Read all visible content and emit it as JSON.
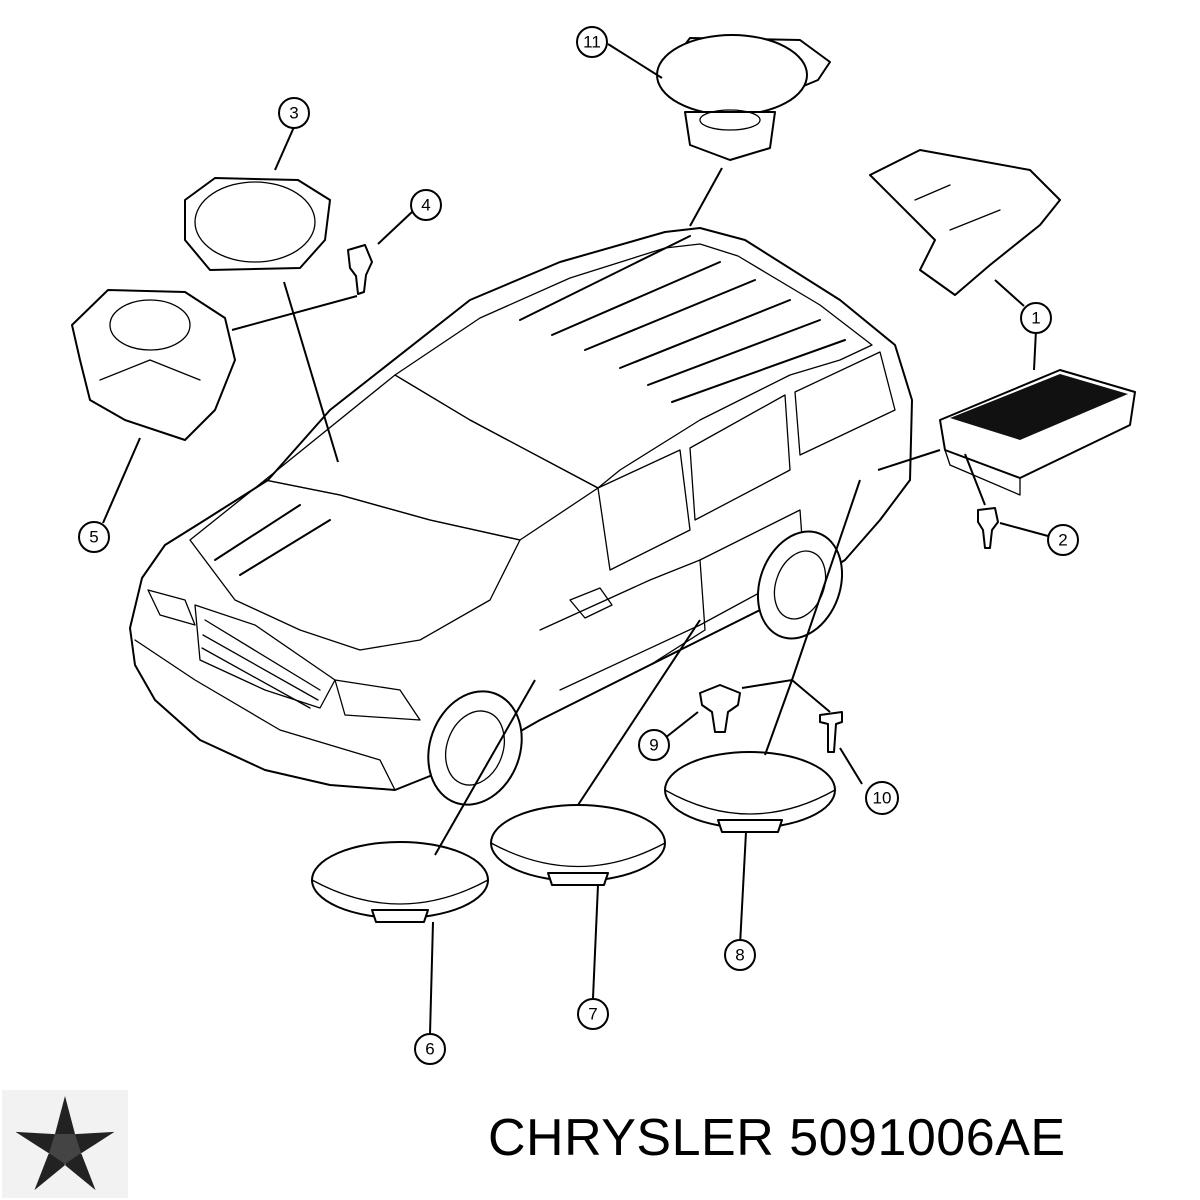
{
  "diagram": {
    "callouts": [
      {
        "id": 1,
        "label": "1"
      },
      {
        "id": 2,
        "label": "2"
      },
      {
        "id": 3,
        "label": "3"
      },
      {
        "id": 4,
        "label": "4"
      },
      {
        "id": 5,
        "label": "5"
      },
      {
        "id": 6,
        "label": "6"
      },
      {
        "id": 7,
        "label": "7"
      },
      {
        "id": 8,
        "label": "8"
      },
      {
        "id": 9,
        "label": "9"
      },
      {
        "id": 10,
        "label": "10"
      },
      {
        "id": 11,
        "label": "11"
      }
    ]
  },
  "footer": {
    "brand": "CHRYSLER",
    "part_number": "5091006AE",
    "logo_icon": "chrysler-pentastar-icon"
  }
}
